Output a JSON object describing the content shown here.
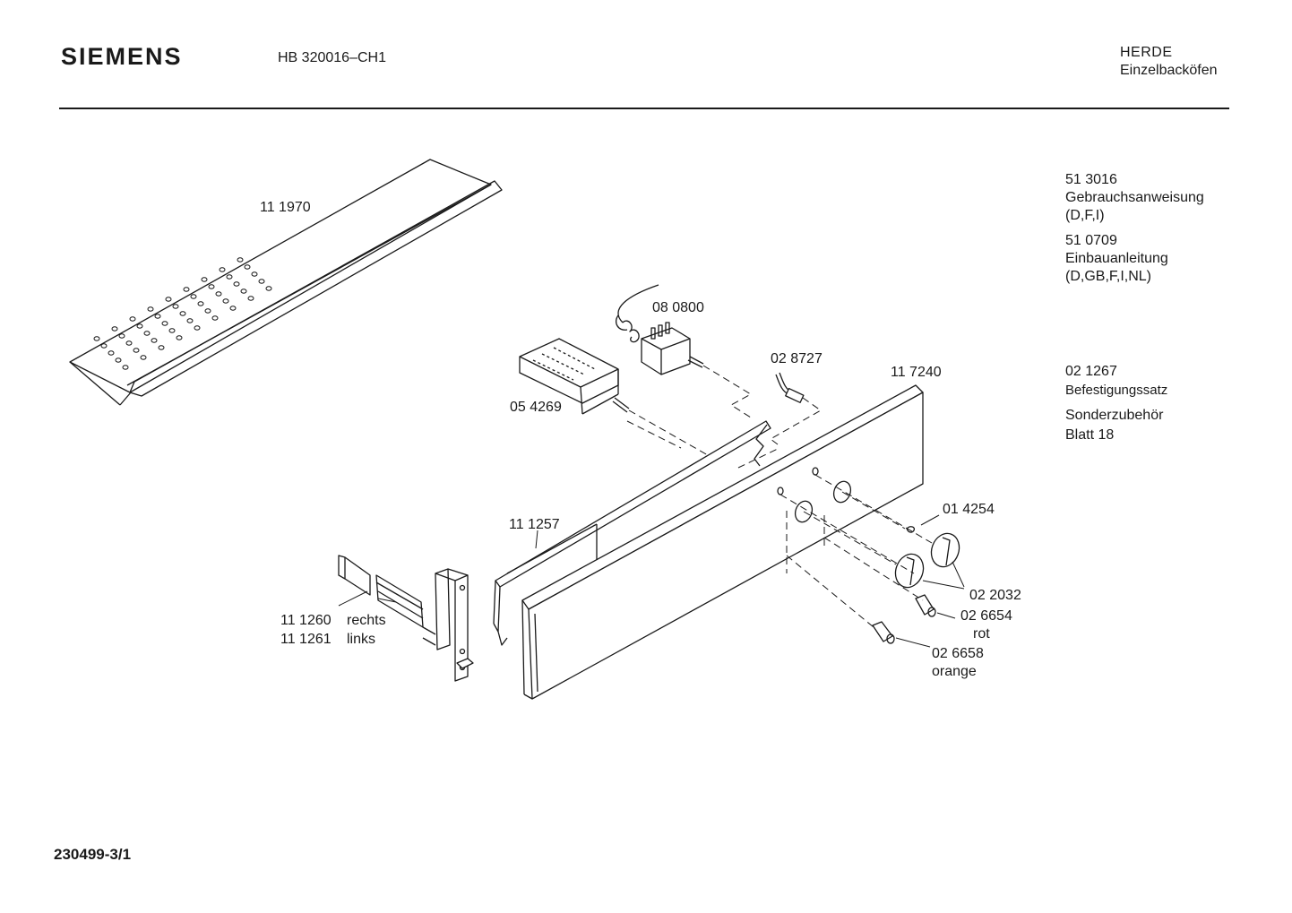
{
  "header": {
    "brand": "SIEMENS",
    "model": "HB 320016–CH1",
    "category": "HERDE",
    "subcategory": "Einzelbacköfen"
  },
  "footer": {
    "document_number": "230499-3/1"
  },
  "side_notes": {
    "manual_number": "51 3016",
    "manual_title": "Gebrauchsanweisung",
    "manual_langs": "(D,F,I)",
    "install_number": "51 0709",
    "install_title": "Einbauanleitung",
    "install_langs": "(D,GB,F,I,NL)",
    "fixing_number": "02 1267",
    "fixing_title": "Befestigungssatz",
    "accessory": "Sonderzubehör",
    "sheet": "Blatt 18"
  },
  "parts": {
    "cover": "11 1970",
    "thermostat": "08 0800",
    "switch": "05 4269",
    "lamp": "02 8727",
    "panel": "11 7240",
    "plate": "11 1257",
    "spring": "01 4254",
    "knob": "02 2032",
    "indicator_red": "02 6654",
    "indicator_red_note": "rot",
    "indicator_orange": "02 6658",
    "indicator_orange_note": "orange",
    "bracket_right": "11 1260",
    "bracket_right_note": "rechts",
    "bracket_left": "11 1261",
    "bracket_left_note": "links"
  },
  "colors": {
    "ink": "#1a1a1a",
    "paper": "#ffffff"
  }
}
